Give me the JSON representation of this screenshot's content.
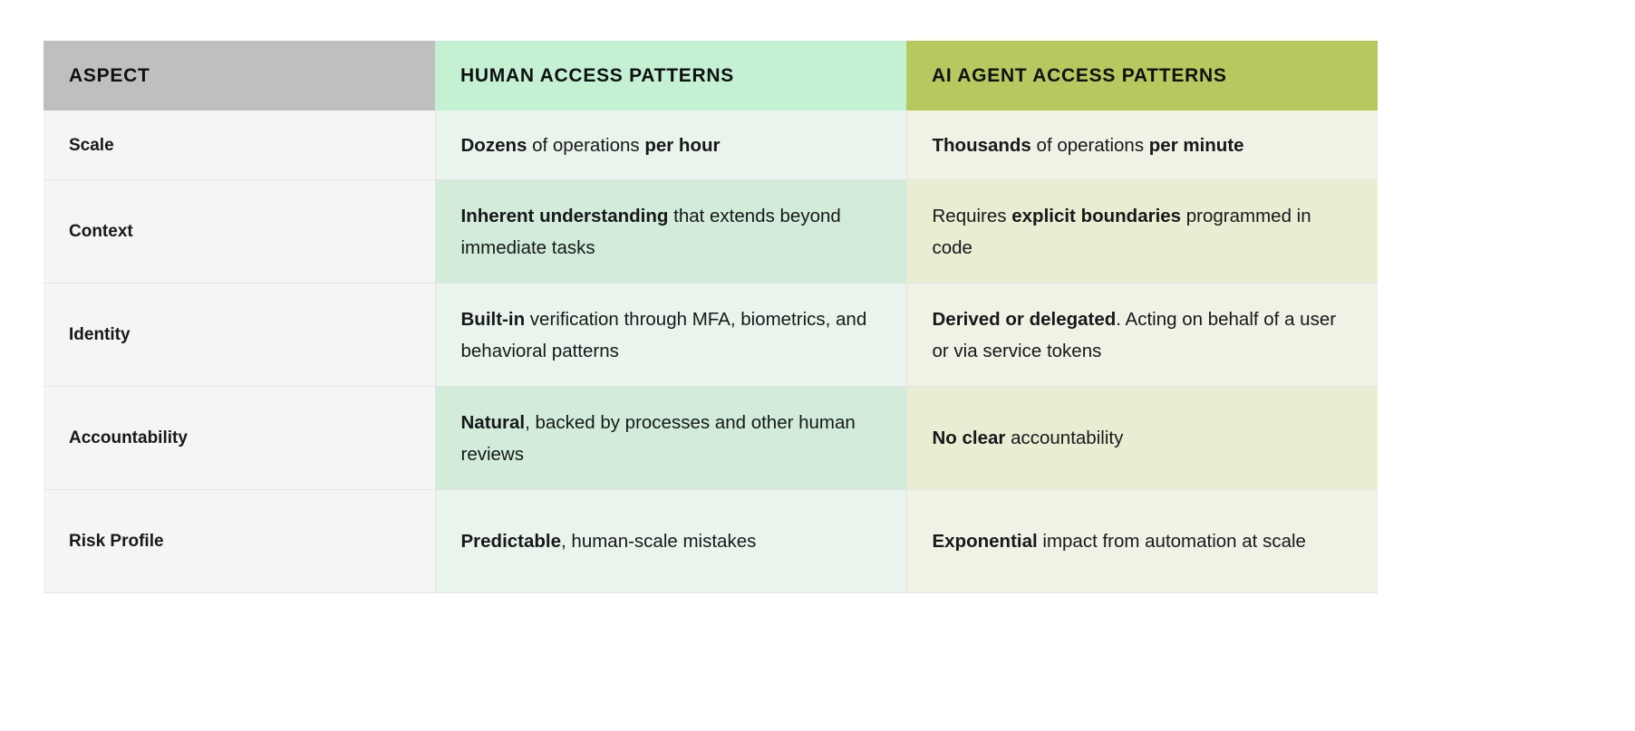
{
  "table": {
    "name": "human-vs-ai-agent-access-patterns",
    "columns": [
      {
        "key": "aspect",
        "label": "ASPECT",
        "header_bg": "#bfbfbf",
        "body_bg": "#f5f5f5"
      },
      {
        "key": "human",
        "label": "HUMAN ACCESS PATTERNS",
        "header_bg": "#c4f0d4",
        "body_bg_odd": "#e9f5ec",
        "body_bg_even": "#d2ecd9"
      },
      {
        "key": "agent",
        "label": "AI AGENT ACCESS PATTERNS",
        "header_bg": "#b5c95e",
        "body_bg_odd": "#f1f2e6",
        "body_bg_even": "#e9eed3"
      }
    ],
    "rows": [
      {
        "aspect": "Scale",
        "human_parts": [
          {
            "text": "Dozens",
            "bold": true
          },
          {
            "text": " of operations ",
            "bold": false
          },
          {
            "text": "per hour",
            "bold": true
          }
        ],
        "human_plain": "Dozens of operations per hour",
        "agent_parts": [
          {
            "text": "Thousands",
            "bold": true
          },
          {
            "text": " of operations ",
            "bold": false
          },
          {
            "text": "per minute",
            "bold": true
          }
        ],
        "agent_plain": "Thousands of operations per minute"
      },
      {
        "aspect": "Context",
        "human_parts": [
          {
            "text": "Inherent understanding",
            "bold": true
          },
          {
            "text": " that extends beyond immediate tasks",
            "bold": false
          }
        ],
        "human_plain": "Inherent understanding that extends beyond immediate tasks",
        "agent_parts": [
          {
            "text": "Requires ",
            "bold": false
          },
          {
            "text": "explicit boundaries",
            "bold": true
          },
          {
            "text": " programmed in code",
            "bold": false
          }
        ],
        "agent_plain": "Requires explicit boundaries programmed in code"
      },
      {
        "aspect": "Identity",
        "human_parts": [
          {
            "text": "Built-in",
            "bold": true
          },
          {
            "text": " verification through MFA, biometrics, and behavioral patterns",
            "bold": false
          }
        ],
        "human_plain": "Built-in verification through MFA, biometrics, and behavioral patterns",
        "agent_parts": [
          {
            "text": "Derived or delegated",
            "bold": true
          },
          {
            "text": ". Acting on behalf of a user or via service tokens",
            "bold": false
          }
        ],
        "agent_plain": "Derived or delegated. Acting on behalf of a user or via service tokens"
      },
      {
        "aspect": "Accountability",
        "human_parts": [
          {
            "text": "Natural",
            "bold": true
          },
          {
            "text": ", backed by processes and other human reviews",
            "bold": false
          }
        ],
        "human_plain": "Natural, backed by processes and other human reviews",
        "agent_parts": [
          {
            "text": "No clear",
            "bold": true
          },
          {
            "text": " accountability",
            "bold": false
          }
        ],
        "agent_plain": "No clear accountability"
      },
      {
        "aspect": "Risk Profile",
        "human_parts": [
          {
            "text": "Predictable",
            "bold": true
          },
          {
            "text": ", human-scale mistakes",
            "bold": false
          }
        ],
        "human_plain": "Predictable, human-scale mistakes",
        "agent_parts": [
          {
            "text": "Exponential",
            "bold": true
          },
          {
            "text": " impact from automation at scale",
            "bold": false
          }
        ],
        "agent_plain": "Exponential impact from automation at scale"
      }
    ]
  }
}
